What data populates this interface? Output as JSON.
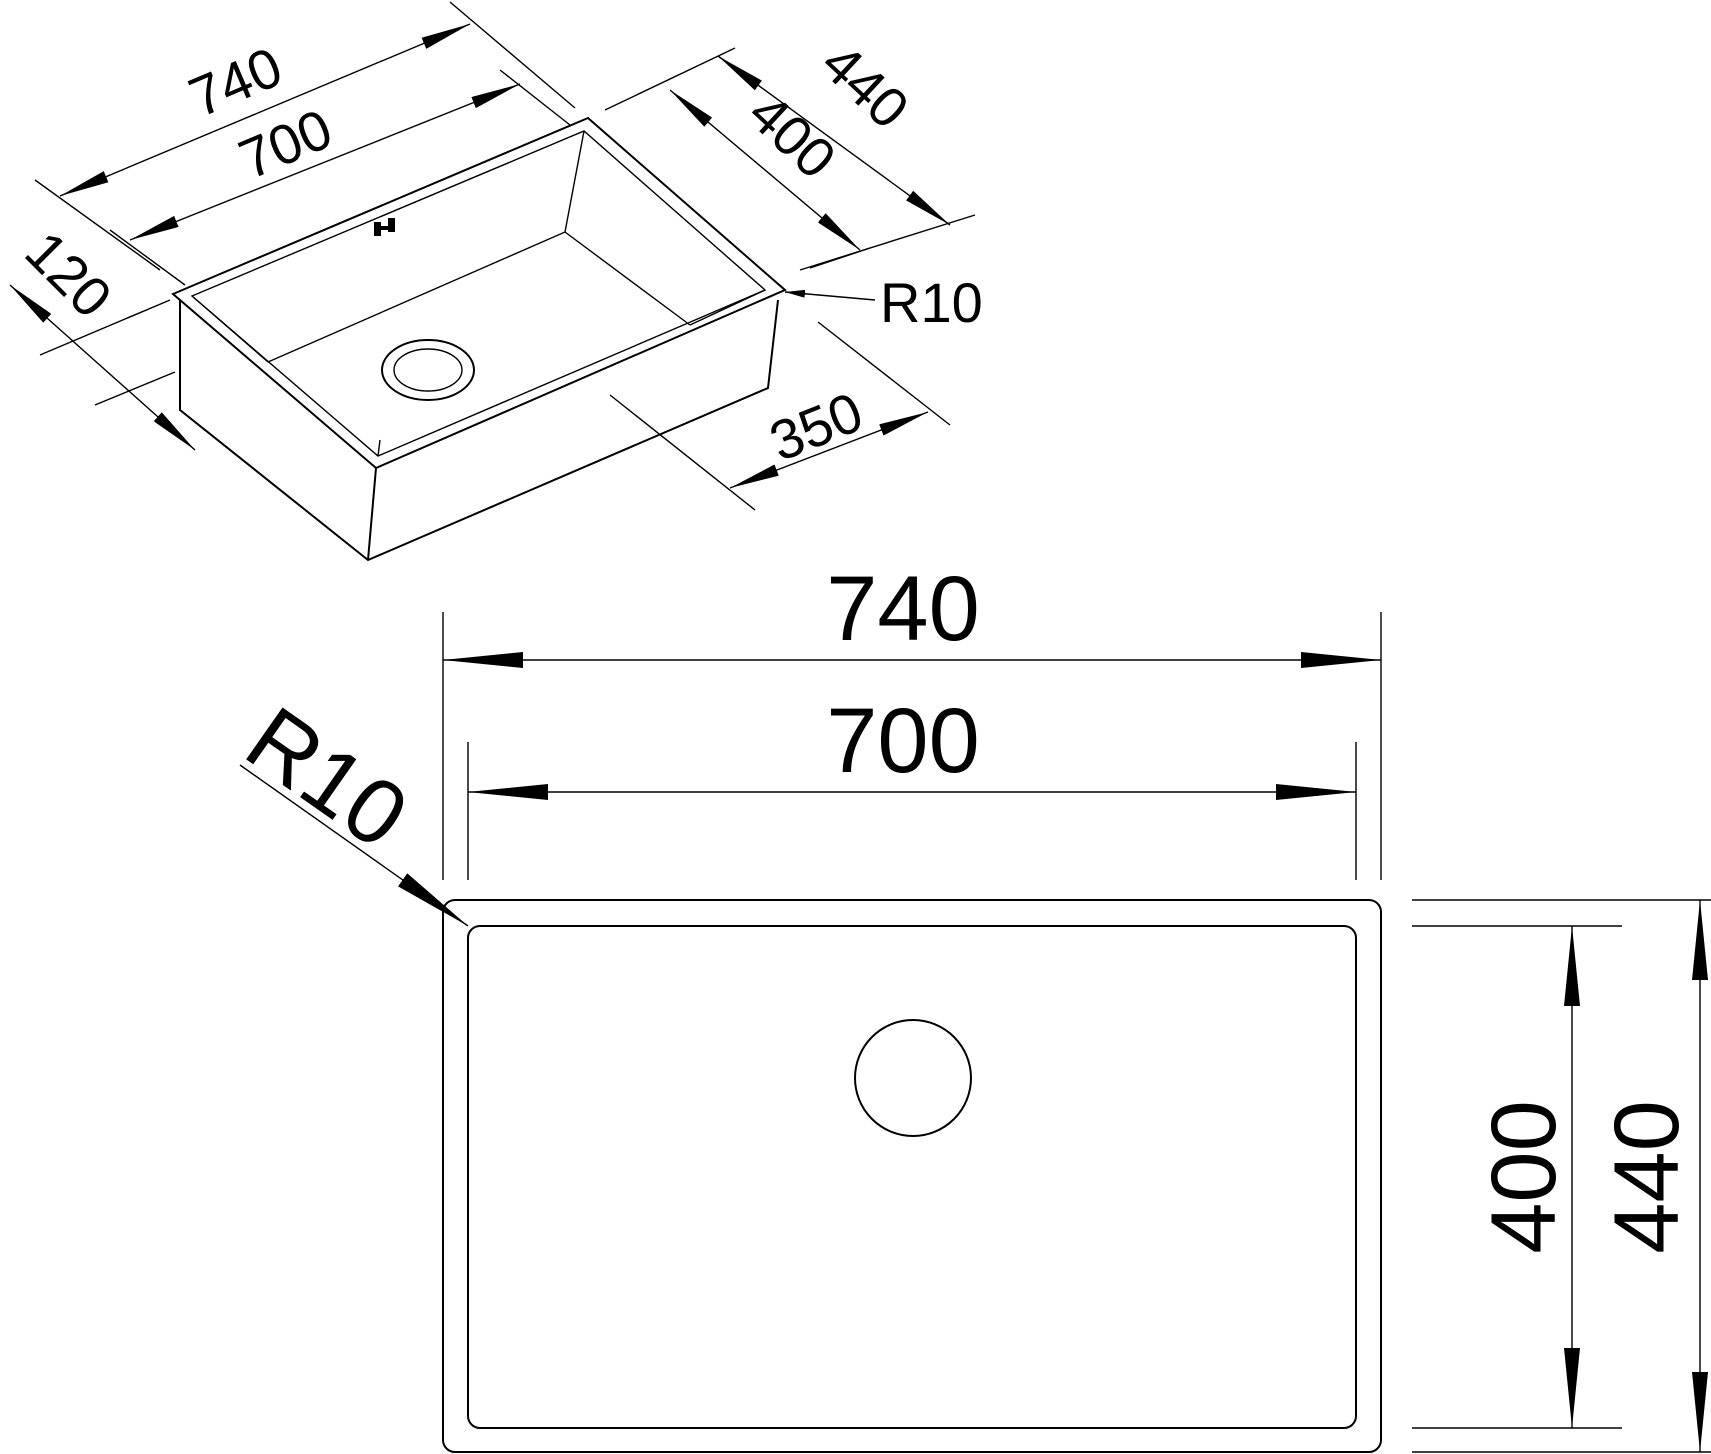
{
  "title": "Sink dimension drawing",
  "iso_view": {
    "overall_length": "740",
    "inner_length": "700",
    "overall_width": "440",
    "inner_width": "400",
    "depth": "120",
    "corner_radius": "R10",
    "bowl_front_width": "350"
  },
  "top_view": {
    "overall_length": "740",
    "inner_length": "700",
    "corner_radius": "R10",
    "inner_width": "400",
    "overall_width": "440"
  }
}
